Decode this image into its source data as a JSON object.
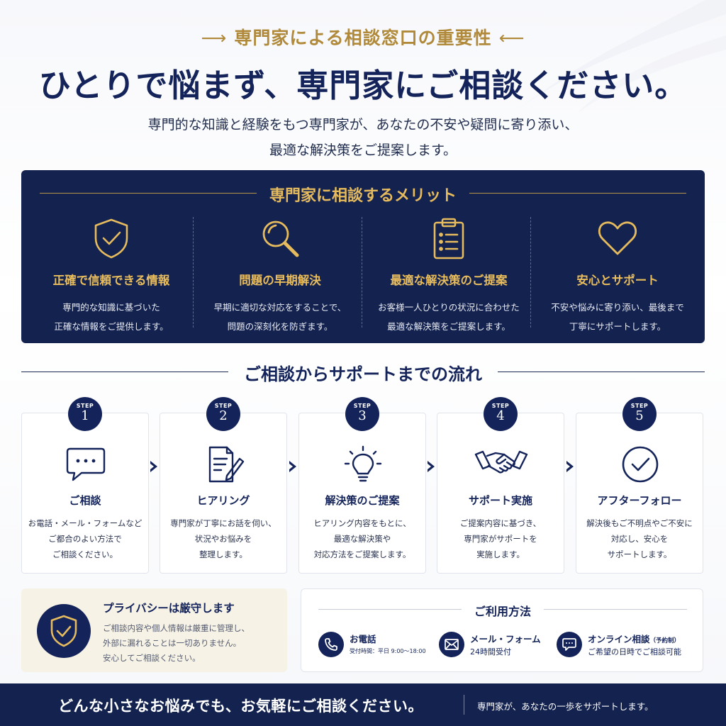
{
  "header": {
    "eyebrow_left_arrow": "⟶",
    "eyebrow": "専門家による相談窓口の重要性",
    "eyebrow_right_arrow": "⟵",
    "headline": "ひとりで悩まず、専門家にご相談ください。",
    "lead_line1": "専門的な知識と経験をもつ専門家が、あなたの不安や疑問に寄り添い、",
    "lead_line2": "最適な解決策をご提案します。"
  },
  "merits": {
    "title": "専門家に相談するメリット",
    "items": [
      {
        "icon": "shield-check-icon",
        "heading": "正確で信頼できる情報",
        "desc": "専門的な知識に基づいた\n正確な情報をご提供します。"
      },
      {
        "icon": "magnifier-icon",
        "heading": "問題の早期解決",
        "desc": "早期に適切な対応をすることで、\n問題の深刻化を防ぎます。"
      },
      {
        "icon": "clipboard-list-icon",
        "heading": "最適な解決策のご提案",
        "desc": "お客様一人ひとりの状況に合わせた\n最適な解決策をご提案します。"
      },
      {
        "icon": "heart-icon",
        "heading": "安心とサポート",
        "desc": "不安や悩みに寄り添い、最後まで\n丁寧にサポートします。"
      }
    ]
  },
  "flow": {
    "title": "ご相談からサポートまでの流れ",
    "step_label": "STEP",
    "steps": [
      {
        "num": "1",
        "icon": "chat-bubble-icon",
        "heading": "ご相談",
        "desc": "お電話・メール・フォームなど\nご都合のよい方法で\nご相談ください。"
      },
      {
        "num": "2",
        "icon": "document-pen-icon",
        "heading": "ヒアリング",
        "desc": "専門家が丁寧にお話を伺い、\n状況やお悩みを\n整理します。"
      },
      {
        "num": "3",
        "icon": "lightbulb-icon",
        "heading": "解決策のご提案",
        "desc": "ヒアリング内容をもとに、\n最適な解決策や\n対応方法をご提案します。"
      },
      {
        "num": "4",
        "icon": "handshake-icon",
        "heading": "サポート実施",
        "desc": "ご提案内容に基づき、\n専門家がサポートを\n実施します。"
      },
      {
        "num": "5",
        "icon": "check-circle-icon",
        "heading": "アフターフォロー",
        "desc": "解決後もご不明点やご不安に\n対応し、安心を\nサポートします。"
      }
    ]
  },
  "privacy": {
    "heading": "プライバシーは厳守します",
    "desc": "ご相談内容や個人情報は厳重に管理し、\n外部に漏れることは一切ありません。\n安心してご相談ください。"
  },
  "usage": {
    "title": "ご利用方法",
    "phone": {
      "label": "お電話",
      "hours": "受付時間：平日 9:00〜18:00"
    },
    "mail": {
      "label": "メール・フォーム",
      "note": "24時間受付"
    },
    "online": {
      "label": "オンライン相談",
      "tag": "（予約制）",
      "note": "ご希望の日時でご相談可能"
    }
  },
  "footer": {
    "main": "どんな小さなお悩みでも、お気軽にご相談ください。",
    "sub": "専門家が、あなたの一歩をサポートします。"
  },
  "colors": {
    "navy": "#13224f",
    "gold": "#e6bb5e",
    "gold_dark": "#b08a3a",
    "cream": "#f6f2e6"
  }
}
